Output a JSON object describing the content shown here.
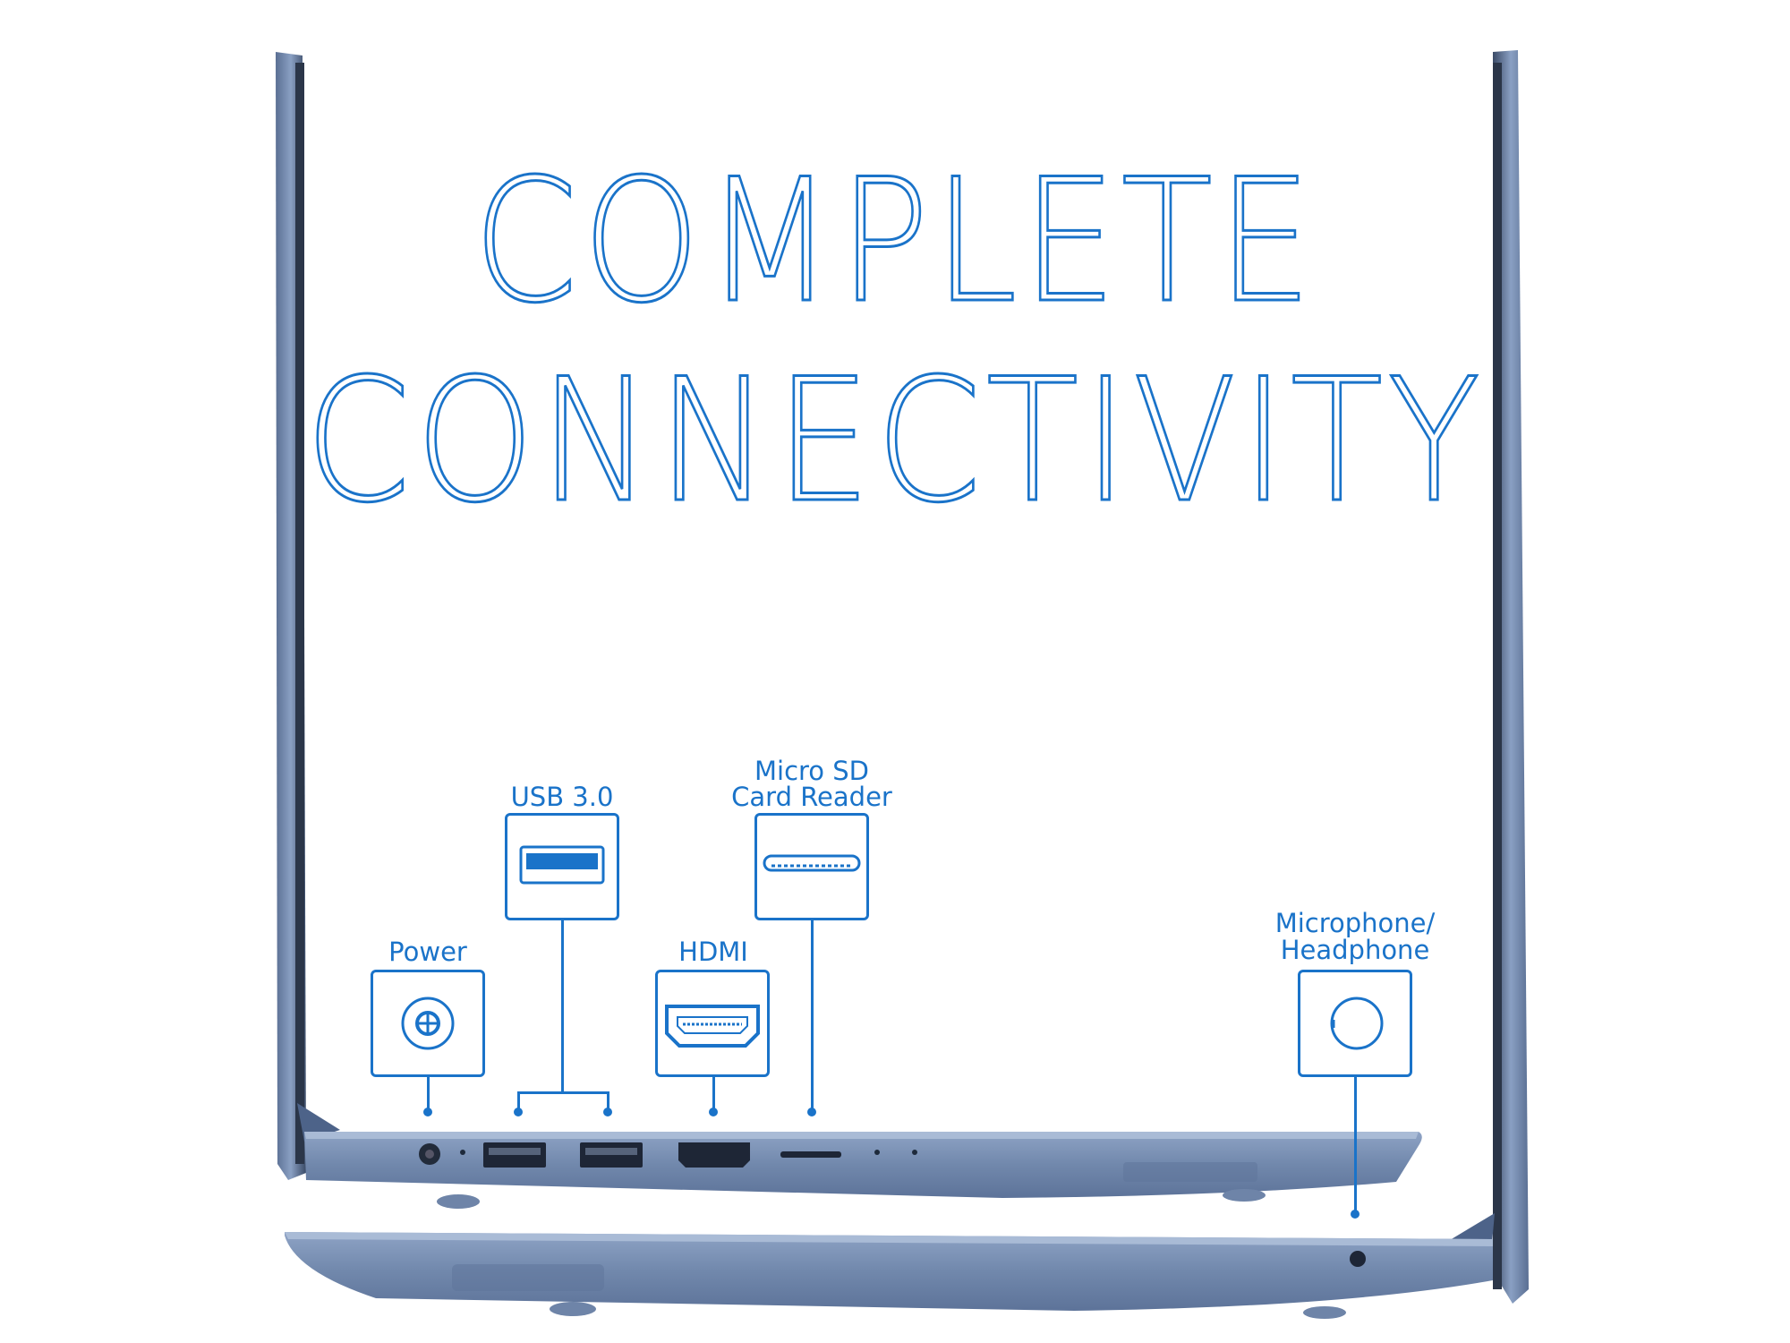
{
  "headline": {
    "line1": "COMPLETE",
    "line2": "CONNECTIVITY"
  },
  "ports": {
    "power": {
      "label": "Power",
      "icon": "power-jack-icon"
    },
    "usb": {
      "label": "USB 3.0",
      "icon": "usb-port-icon"
    },
    "hdmi": {
      "label": "HDMI",
      "icon": "hdmi-port-icon"
    },
    "microsd": {
      "label_line1": "Micro SD",
      "label_line2": "Card Reader",
      "icon": "sd-slot-icon"
    },
    "audio": {
      "label_line1": "Microphone/",
      "label_line2": "Headphone",
      "icon": "audio-jack-icon"
    }
  },
  "colors": {
    "accent": "#1a73c9",
    "laptop_body": "#7188ac",
    "laptop_dark": "#4d6389"
  }
}
